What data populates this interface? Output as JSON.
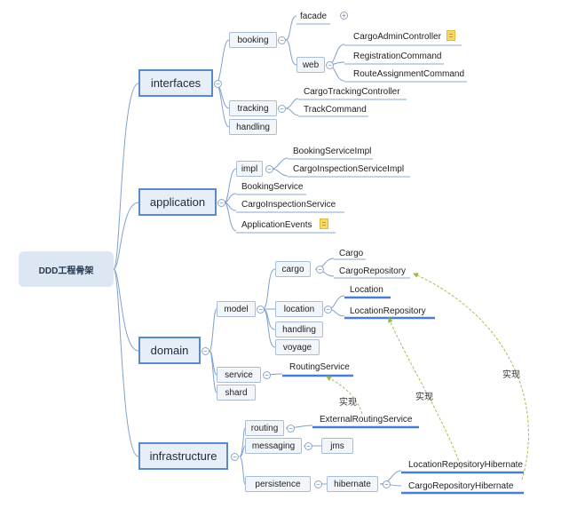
{
  "root": {
    "label": "DDD工程骨架"
  },
  "layers": {
    "interfaces": "interfaces",
    "application": "application",
    "domain": "domain",
    "infrastructure": "infrastructure"
  },
  "interfaces": {
    "booking": "booking",
    "facade": "facade",
    "web": "web",
    "cargo_admin_controller": "CargoAdminController",
    "registration_command": "RegistrationCommand",
    "route_assignment_command": "RouteAssignmentCommand",
    "tracking": "tracking",
    "cargo_tracking_controller": "CargoTrackingController",
    "track_command": "TrackCommand",
    "handling": "handling"
  },
  "application": {
    "impl": "impl",
    "booking_service_impl": "BookingServiceImpl",
    "cargo_inspection_service_impl": "CargoInspectionServiceImpl",
    "booking_service": "BookingService",
    "cargo_inspection_service": "CargoInspectionService",
    "application_events": "ApplicationEvents"
  },
  "domain": {
    "model": "model",
    "cargo": "cargo",
    "cargo_leaf": "Cargo",
    "cargo_repository": "CargoRepository",
    "location": "location",
    "location_leaf": "Location",
    "location_repository": "LocationRepository",
    "handling": "handling",
    "voyage": "voyage",
    "service": "service",
    "routing_service": "RoutingService",
    "shard": "shard"
  },
  "infrastructure": {
    "routing": "routing",
    "external_routing_service": "ExternalRoutingService",
    "messaging": "messaging",
    "jms": "jms",
    "persistence": "persistence",
    "hibernate": "hibernate",
    "location_repository_hibernate": "LocationRepositoryHibernate",
    "cargo_repository_hibernate": "CargoRepositoryHibernate"
  },
  "relations": {
    "implements_1": "实现",
    "implements_2": "实现",
    "implements_3": "实现"
  },
  "icons": {
    "expand": "plus-circle-icon",
    "collapse": "minus-circle-icon",
    "note": "note-icon"
  },
  "colors": {
    "line": "#6f95c7",
    "dashed": "#9cb84a",
    "top_border": "#5b8bc4"
  }
}
